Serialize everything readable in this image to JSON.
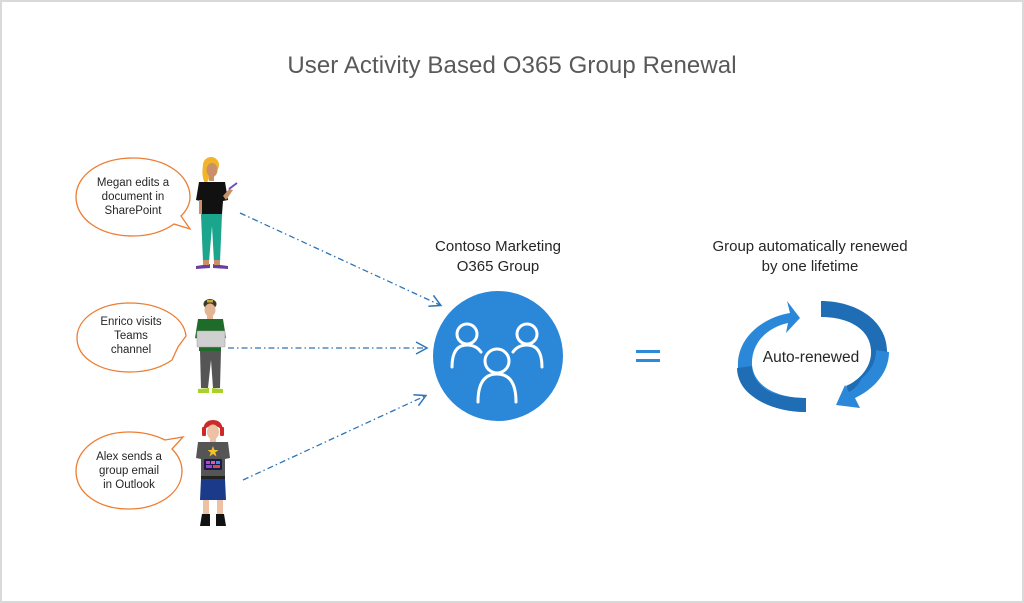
{
  "title": "User Activity Based O365 Group Renewal",
  "colors": {
    "accent_blue": "#2b88d8",
    "bubble_border": "#ed7d31",
    "arrow_dash": "#2e75b6",
    "title_gray": "#595959"
  },
  "users": [
    {
      "name": "Megan",
      "bubble_lines": [
        "Megan edits a",
        "document in",
        "SharePoint"
      ],
      "icon": "person-megan-icon"
    },
    {
      "name": "Enrico",
      "bubble_lines": [
        "Enrico visits",
        "Teams",
        "channel"
      ],
      "icon": "person-enrico-icon"
    },
    {
      "name": "Alex",
      "bubble_lines": [
        "Alex sends a",
        "group email",
        "in Outlook"
      ],
      "icon": "person-alex-icon"
    }
  ],
  "group": {
    "caption_lines": [
      "Contoso Marketing",
      "O365 Group"
    ],
    "icon": "group-people-icon"
  },
  "equals_symbol": "=",
  "result": {
    "caption_lines": [
      "Group automatically renewed",
      "by one lifetime"
    ],
    "cycle_label": "Auto-renewed",
    "icon": "renew-cycle-icon"
  }
}
